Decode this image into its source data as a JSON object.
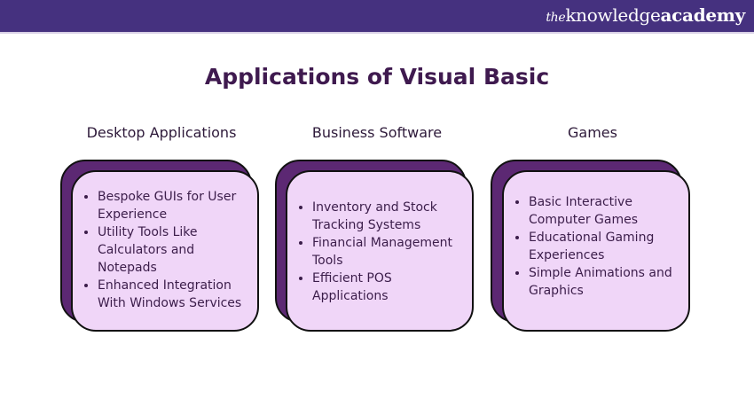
{
  "brand": {
    "the": "the",
    "knowledge": "knowledge",
    "academy": "academy"
  },
  "title": "Applications of Visual Basic",
  "columns": [
    {
      "heading": "Desktop Applications",
      "items": [
        "Bespoke GUIs for User Experience",
        "Utility Tools Like Calculators and Notepads",
        "Enhanced Integration With Windows Services"
      ]
    },
    {
      "heading": "Business Software",
      "items": [
        "Inventory and Stock Tracking Systems",
        "Financial Management Tools",
        "Efficient POS Applications"
      ]
    },
    {
      "heading": "Games",
      "items": [
        "Basic Interactive Computer Games",
        "Educational Gaming Experiences",
        "Simple Animations and Graphics"
      ]
    }
  ]
}
